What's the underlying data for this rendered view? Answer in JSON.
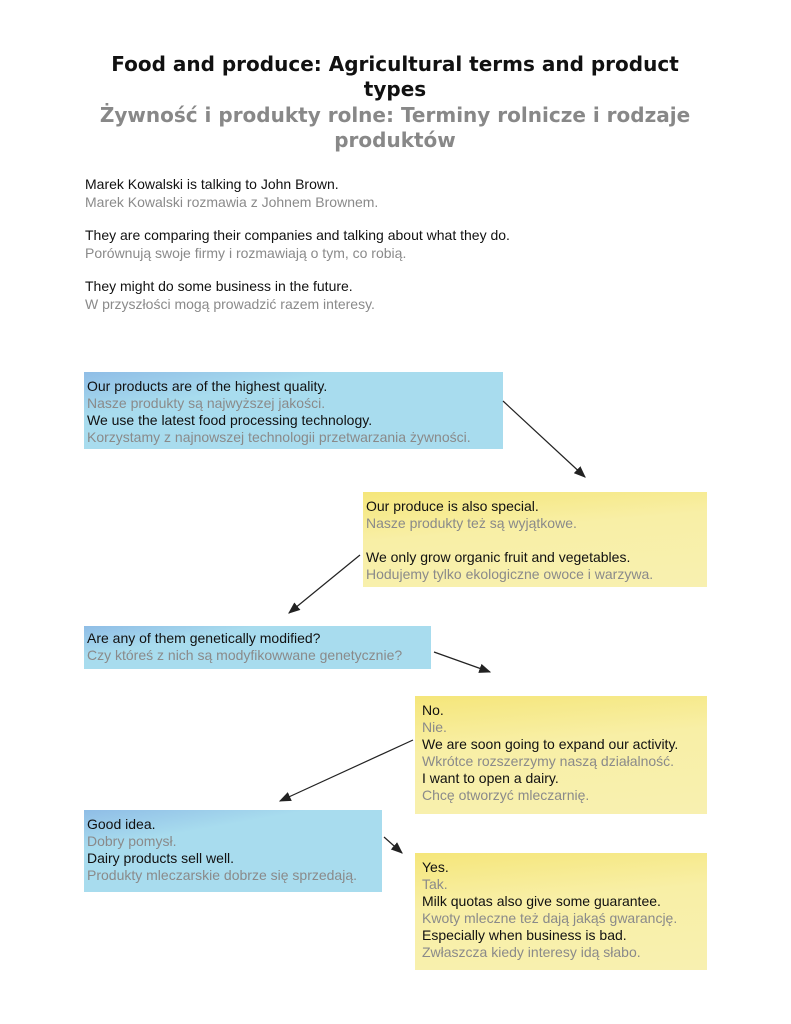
{
  "title_en": "Food and produce: Agricultural terms and product types",
  "title_pl": "Żywność i produkty rolne: Terminy rolnicze i rodzaje produktów",
  "intro": [
    {
      "en": "Marek Kowalski is talking to John Brown.",
      "pl": "Marek Kowalski rozmawia z Johnem Brownem."
    },
    {
      "en": "They are comparing their companies and talking about what they do.",
      "pl": "Porównują swoje firmy i rozmawiają o tym, co robią."
    },
    {
      "en": "They might do some business in the future.",
      "pl": "W przyszłości mogą prowadzić razem interesy."
    }
  ],
  "colors": {
    "blue": "#a8dcee",
    "yellow": "#f8efa6",
    "english": "#111111",
    "polish": "#8a8a8a"
  },
  "dialogue": [
    {
      "lines": [
        {
          "en": "Our products are of the highest quality.",
          "pl": "Nasze produkty są najwyższej jakości."
        },
        {
          "en": "We use the latest food processing technology.",
          "pl": "Korzystamy z najnowszej technologii przetwarzania żywności."
        }
      ]
    },
    {
      "lines": [
        {
          "en": "Our produce is also special.",
          "pl": "Nasze produkty też są wyjątkowe."
        },
        {
          "en": "We only grow organic fruit and vegetables.",
          "pl": "Hodujemy tylko ekologiczne owoce i warzywa."
        }
      ]
    },
    {
      "lines": [
        {
          "en": "Are any of them genetically modified?",
          "pl": "Czy któreś z nich są modyfikowwane genetycznie?"
        }
      ]
    },
    {
      "lines": [
        {
          "en": "No.",
          "pl": "Nie."
        },
        {
          "en": "We are soon going to expand our activity.",
          "pl": "Wkrótce rozszerzymy naszą działalność."
        },
        {
          "en": "I want to open a dairy.",
          "pl": "Chcę otworzyć mleczarnię."
        }
      ]
    },
    {
      "lines": [
        {
          "en": "Good idea.",
          "pl": "Dobry pomysł."
        },
        {
          "en": "Dairy products sell well.",
          "pl": "Produkty mleczarskie dobrze się sprzedają."
        }
      ]
    },
    {
      "lines": [
        {
          "en": "Yes.",
          "pl": "Tak."
        },
        {
          "en": "Milk quotas also give some guarantee.",
          "pl": "Kwoty mleczne też dają jakąś gwarancję."
        },
        {
          "en": "Especially when business is bad.",
          "pl": "Zwłaszcza kiedy interesy idą słabo."
        }
      ]
    }
  ]
}
